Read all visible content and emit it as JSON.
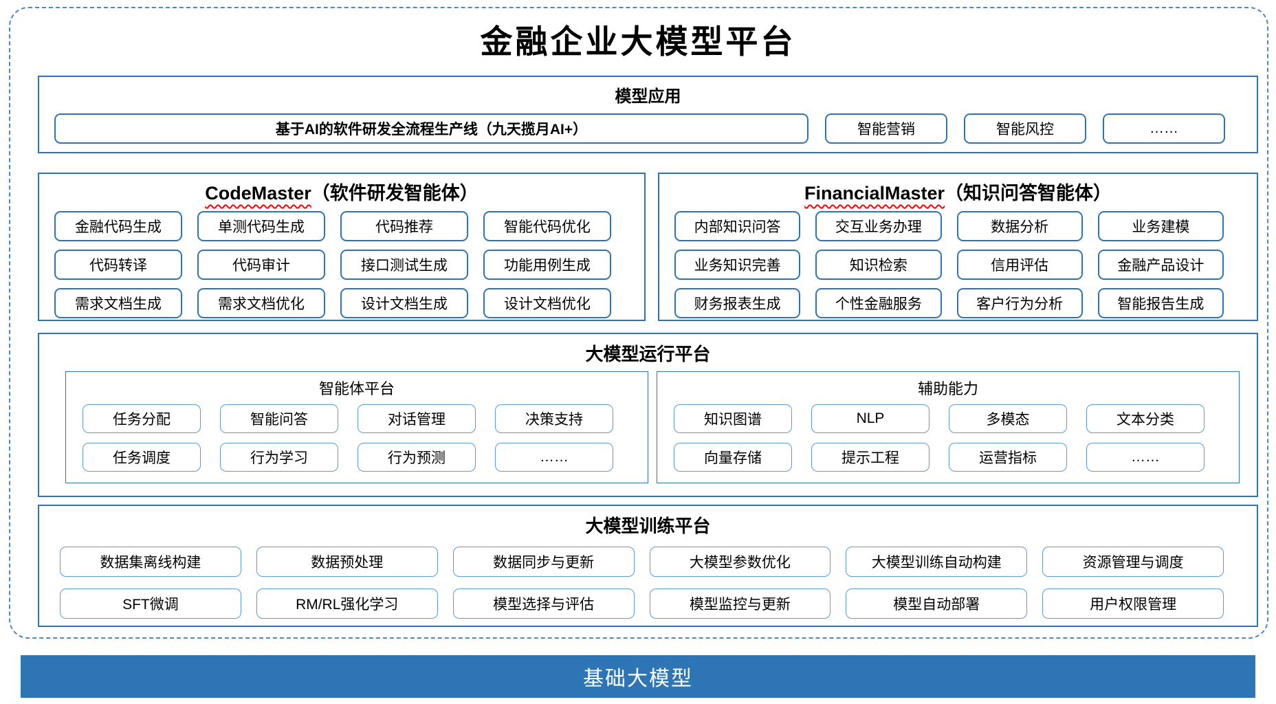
{
  "title": "金融企业大模型平台",
  "model_apps": {
    "header": "模型应用",
    "pipeline": "基于AI的软件研发全流程生产线（九天揽月AI+）",
    "items": [
      "智能营销",
      "智能风控",
      "……"
    ]
  },
  "code_master": {
    "name": "CodeMaster",
    "subtitle": "（软件研发智能体）",
    "items": [
      "金融代码生成",
      "单测代码生成",
      "代码推荐",
      "智能代码优化",
      "代码转译",
      "代码审计",
      "接口测试生成",
      "功能用例生成",
      "需求文档生成",
      "需求文档优化",
      "设计文档生成",
      "设计文档优化"
    ]
  },
  "financial_master": {
    "name": "FinancialMaster",
    "subtitle": "（知识问答智能体）",
    "items": [
      "内部知识问答",
      "交互业务办理",
      "数据分析",
      "业务建模",
      "业务知识完善",
      "知识检索",
      "信用评估",
      "金融产品设计",
      "财务报表生成",
      "个性金融服务",
      "客户行为分析",
      "智能报告生成"
    ]
  },
  "runtime_platform": {
    "header": "大模型运行平台",
    "agent_platform": {
      "header": "智能体平台",
      "items": [
        "任务分配",
        "智能问答",
        "对话管理",
        "决策支持",
        "任务调度",
        "行为学习",
        "行为预测",
        "……"
      ]
    },
    "aux_capabilities": {
      "header": "辅助能力",
      "items": [
        "知识图谱",
        "NLP",
        "多模态",
        "文本分类",
        "向量存储",
        "提示工程",
        "运营指标",
        "……"
      ]
    }
  },
  "training_platform": {
    "header": "大模型训练平台",
    "items": [
      "数据集离线构建",
      "数据预处理",
      "数据同步与更新",
      "大模型参数优化",
      "大模型训练自动构建",
      "资源管理与调度",
      "SFT微调",
      "RM/RL强化学习",
      "模型选择与评估",
      "模型监控与更新",
      "模型自动部署",
      "用户权限管理"
    ]
  },
  "base_model": {
    "label": "基础大模型"
  },
  "colors": {
    "primary_border": "#2E74B5",
    "light_border": "#5B9BD5",
    "dashed_border": "#4A86C8",
    "bar_background": "#2E75B6",
    "wavy_underline": "#FF0000"
  }
}
